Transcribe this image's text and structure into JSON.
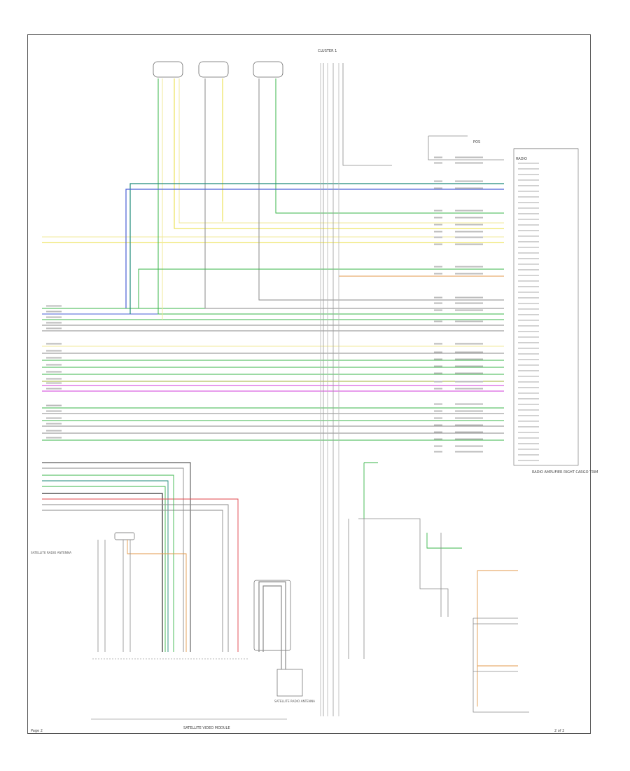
{
  "diagram": {
    "top_label": "CLUSTER 1",
    "right_top_label": "POS",
    "radio_label": "RADIO",
    "amp_label": "RADIO AMPLIFIER\nRIGHT CARGO TRIM",
    "sat_module_label": "SATELLITE VIDEO MODULE",
    "sat_antenna_label": "SATELLITE RADIO ANTENNA",
    "left_antenna_label": "SATELLITE RADIO ANTENNA",
    "footer_left": "Page 2",
    "footer_right": "2 of 2",
    "colors": {
      "green": "#39b54a",
      "blue": "#4a5fd6",
      "teal": "#1f8a7a",
      "yellow": "#e8dd3a",
      "light_yellow": "#f0e89a",
      "magenta": "#d23ad8",
      "orange": "#e39a4b",
      "red": "#e0444b",
      "gray": "#8a8a8a",
      "dark": "#333333",
      "olive": "#a0b03a"
    }
  }
}
